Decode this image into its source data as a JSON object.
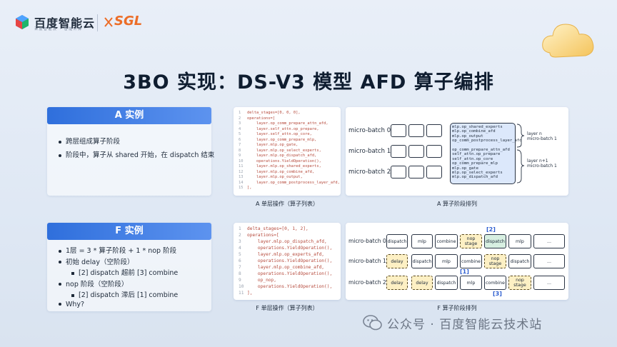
{
  "header": {
    "brand_name": "百度智能云",
    "brand_tagline": "百度智能云 · 智能计算",
    "partner_logo": "SGL",
    "partner_logo_prefix": "✕"
  },
  "title": "3BO 实现：DS-V3 模型 AFD 算子编排",
  "section_a": {
    "header": "A 实例",
    "bullets": [
      "跨层组成算子阶段",
      "阶段中，算子从 shared 开始，在 dispatch 结束"
    ],
    "code_lines": [
      "delta_stages=[0, 0, 0],",
      "operations=[",
      "    layer.op_comm_prepare_attn_afd,",
      "    layer.self_attn.op_prepare,",
      "    layer.self_attn.op_core,",
      "    layer.op_comm_prepare_mlp,",
      "    layer.mlp.op_gate,",
      "    layer.mlp.op_select_experts,",
      "    layer.mlp.op_dispatch_afd,",
      "    operations.YieldOperation(),",
      "    layer.mlp.op_shared_experts,",
      "    layer.mlp.op_combine_afd,",
      "    layer.mlp.op_output,",
      "    layer.op_comm_postprocess_layer_afd,",
      "],"
    ],
    "code_caption": "A 单层操作（算子列表）",
    "diagram_caption": "A 算子阶段排列",
    "micro_batches": [
      "micro-batch 0",
      "micro-batch 1",
      "micro-batch 2"
    ],
    "layer_ops": [
      "mlp.op_shared_experts",
      "mlp.op_combine_afd",
      "mlp.op_output",
      "op_comm_postprocess_layer_afd",
      "",
      "op_comm_prepare_attn_afd",
      "self_attn.op_prepare",
      "self_attn.op_core",
      "op_comm_prepare_mlp",
      "mlp.op_gate",
      "mlp.op_select_experts",
      "mlp.op_dispatch_afd"
    ],
    "brace_labels": [
      "layer n",
      "micro-batch 1",
      "layer n+1",
      "micro-batch 1"
    ]
  },
  "section_f": {
    "header": "F 实例",
    "bullets": [
      {
        "level": 1,
        "text": "1层 = 3 * 算子阶段 + 1 * nop 阶段"
      },
      {
        "level": 1,
        "text": "初始 delay（空阶段）"
      },
      {
        "level": 2,
        "text": "[2] dispatch 超前 [3] combine"
      },
      {
        "level": 1,
        "text": "nop 阶段（空阶段）"
      },
      {
        "level": 2,
        "text": "[2] dispatch 滞后 [1] combine"
      },
      {
        "level": 1,
        "text": "Why?"
      }
    ],
    "code_lines": [
      "delta_stages=[0, 1, 2],",
      "operations=[",
      "    layer.mlp.op_dispatch_afd,",
      "    operations.YieldOperation(),",
      "    layer.mlp.op_experts_afd,",
      "    operations.YieldOperation(),",
      "    layer.mlp.op_combine_afd,",
      "    operations.YieldOperation(),",
      "    op_nop,",
      "    operations.YieldOperation(),",
      "],"
    ],
    "code_caption": "F 单层操作（算子列表）",
    "diagram_caption": "F 算子阶段排列",
    "micro_batches": [
      "micro-batch 0",
      "micro-batch 1",
      "micro-batch 2"
    ],
    "rows": [
      [
        {
          "text": "dispatch",
          "style": "w"
        },
        {
          "text": "mlp",
          "style": "w"
        },
        {
          "text": "combine",
          "style": "w"
        },
        {
          "text": "nop stage",
          "style": "y"
        },
        {
          "text": "dispatch",
          "style": "g"
        },
        {
          "text": "mlp",
          "style": "w"
        },
        {
          "text": "...",
          "style": "w"
        }
      ],
      [
        {
          "text": "delay",
          "style": "y"
        },
        {
          "text": "dispatch",
          "style": "w"
        },
        {
          "text": "mlp",
          "style": "w"
        },
        {
          "text": "combine",
          "style": "w"
        },
        {
          "text": "nop stage",
          "style": "y"
        },
        {
          "text": "dispatch",
          "style": "w"
        },
        {
          "text": "...",
          "style": "w"
        }
      ],
      [
        {
          "text": "delay",
          "style": "y"
        },
        {
          "text": "delay",
          "style": "y"
        },
        {
          "text": "dispatch",
          "style": "w"
        },
        {
          "text": "mlp",
          "style": "w"
        },
        {
          "text": "combine",
          "style": "w"
        },
        {
          "text": "nop stage",
          "style": "y"
        },
        {
          "text": "...",
          "style": "w"
        }
      ]
    ],
    "markers": [
      "[2]",
      "[1]",
      "[3]"
    ]
  },
  "watermark": "公众号 · 百度智能云技术站"
}
